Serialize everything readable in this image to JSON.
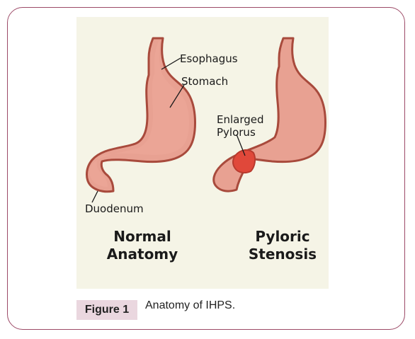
{
  "figure": {
    "labels": {
      "esophagus": "Esophagus",
      "stomach": "Stomach",
      "enlarged": "Enlarged",
      "pylorus": "Pylorus",
      "duodenum": "Duodenum"
    },
    "panels": {
      "normal_line1": "Normal",
      "normal_line2": "Anatomy",
      "pyloric_line1": "Pyloric",
      "pyloric_line2": "Stenosis"
    },
    "colors": {
      "tissue": "#e8a192",
      "outline": "#a84a3c",
      "pylorus_enlarged": "#e0483a",
      "background": "#f5f4e6"
    }
  },
  "caption": {
    "badge": "Figure 1",
    "text": "Anatomy of IHPS."
  }
}
